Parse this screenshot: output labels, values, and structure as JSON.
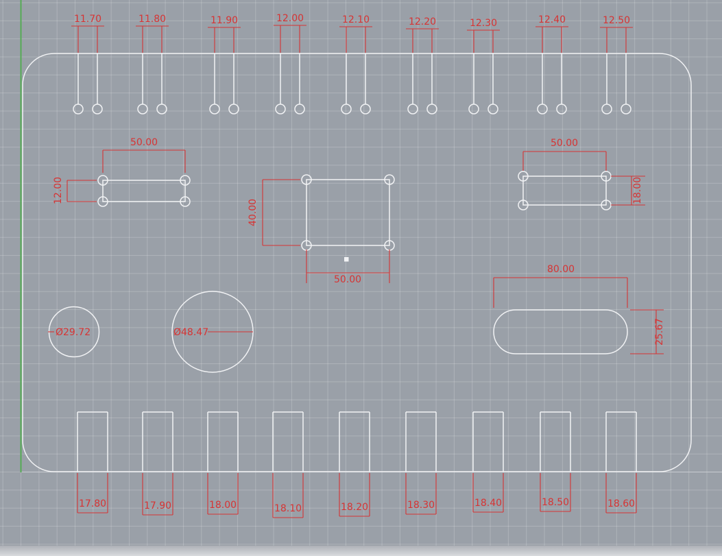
{
  "colors": {
    "background": "#9aa0a8",
    "geometry": "#f1f2f4",
    "dimension": "#d63434",
    "axis_y": "#55ab55",
    "axis_x": "#c9ccd1"
  },
  "dimensions": {
    "top_slots": [
      "11.70",
      "11.80",
      "11.90",
      "12.00",
      "12.10",
      "12.20",
      "12.30",
      "12.40",
      "12.50"
    ],
    "bottom_tabs": [
      "17.80",
      "17.90",
      "18.00",
      "18.10",
      "18.20",
      "18.30",
      "18.40",
      "18.50",
      "18.60"
    ],
    "left_rect": {
      "width": "50.00",
      "height": "12.00"
    },
    "center_rect": {
      "width": "50.00",
      "height": "40.00"
    },
    "right_rect": {
      "width": "50.00",
      "height": "18.00"
    },
    "right_slot": {
      "width": "80.00",
      "height": "25.67"
    },
    "small_circle": {
      "diameter": "Ø29.72"
    },
    "large_circle": {
      "diameter": "Ø48.47"
    }
  }
}
